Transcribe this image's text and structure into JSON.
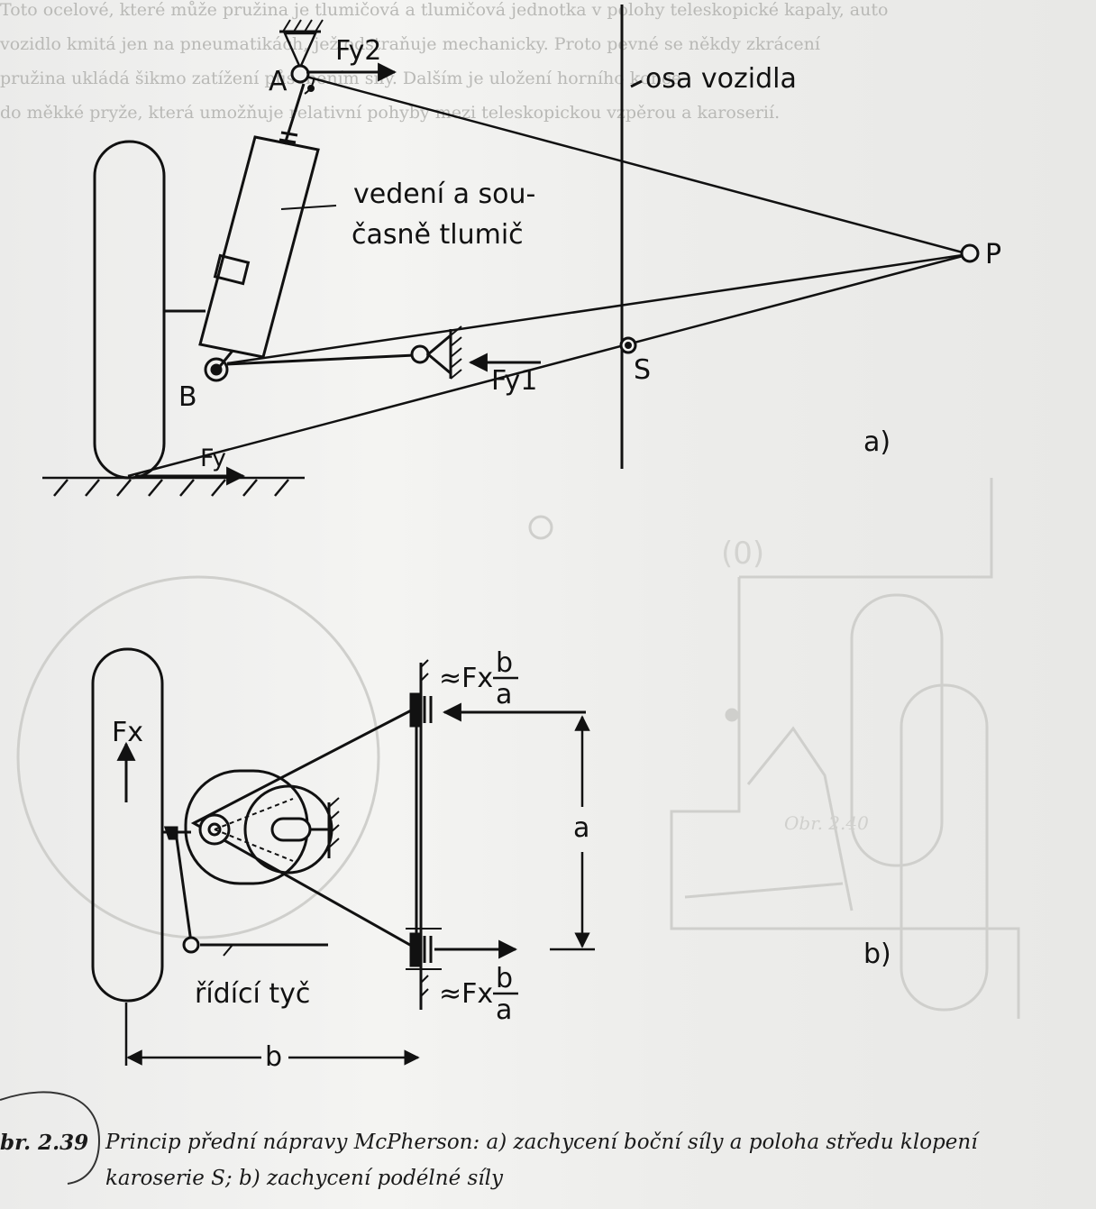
{
  "bleed_lines": [
    "Toto ocelové, které může pružina je tlumičová a tlumičová jednotka v polohy teleskopické kapaly, auto",
    "vozidlo kmitá jen na pneumatikách, jež odstraňuje mechanicky. Proto pevné se někdy zkrácení",
    "pružina ukládá šikmo zatížení působením síly. Dalším je uložení horního konce",
    "do měkké pryže, která umožňuje relativní pohyby mezi teleskopickou vzpěrou a karoserií."
  ],
  "diagram_a": {
    "label_Fy2": "Fy2",
    "label_A": "A",
    "label_osa": "osa vozidla",
    "label_vedeni_1": "vedení a sou-",
    "label_vedeni_2": "časně tlumič",
    "label_P": "P",
    "label_S": "S",
    "label_B": "B",
    "label_Fy1": "Fy1",
    "label_Fy": "Fy",
    "part_label": "a)"
  },
  "diagram_b": {
    "label_Fx": "Fx",
    "force_top": "≈Fx",
    "force_bottom": "≈Fx",
    "frac_num": "b",
    "frac_den": "a",
    "label_a": "a",
    "label_b": "b",
    "label_ridici": "řídící tyč",
    "part_label": "b)"
  },
  "caption": {
    "figure_number": "br. 2.39",
    "line1": "Princip přední nápravy McPherson: a) zachycení boční síly a poloha středu klopení",
    "line2": "karoserie S; b) zachycení podélné síly"
  }
}
